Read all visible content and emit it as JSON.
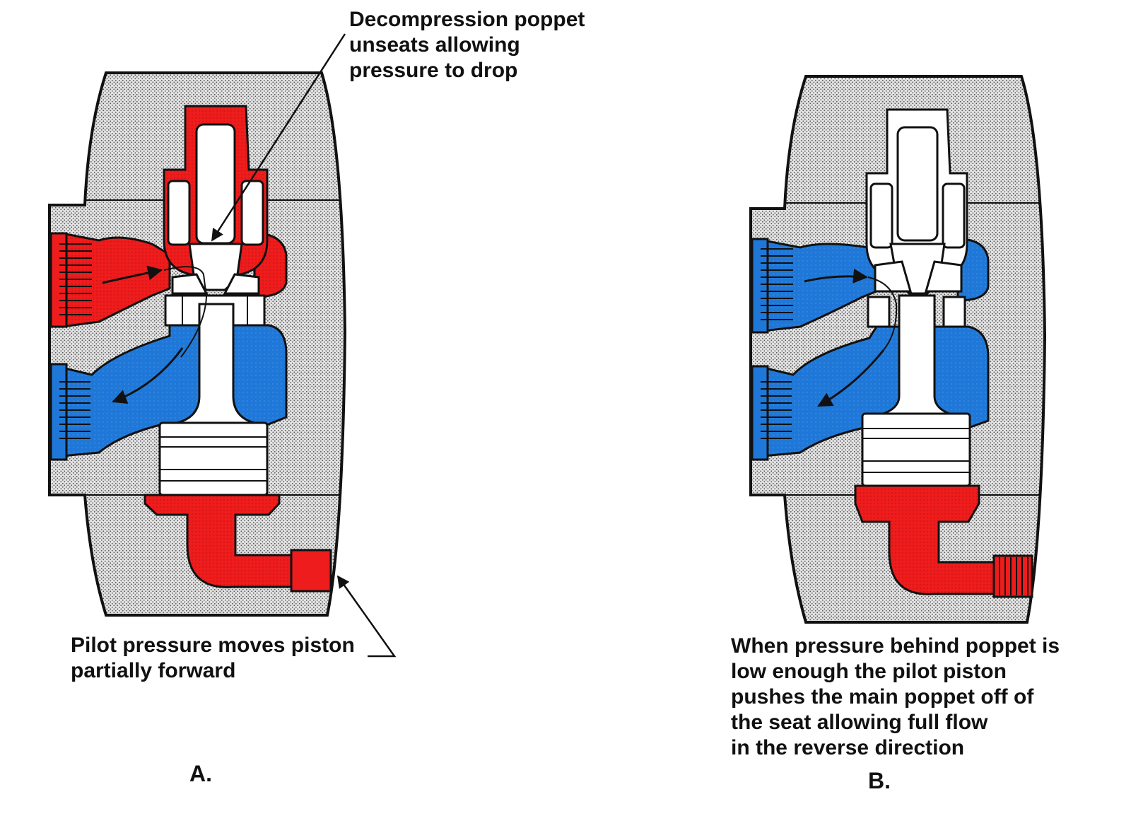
{
  "colors": {
    "body_fill": "#d6d6d6",
    "pressure_red": "#ee1c1c",
    "return_blue": "#1f78d8",
    "outline": "#111111",
    "component_white": "#ffffff"
  },
  "panel_a": {
    "letter": "A.",
    "decompression_label": [
      "Decompression poppet",
      "unseats allowing",
      "pressure to drop"
    ],
    "pilot_label": [
      "Pilot pressure moves piston",
      "partially forward"
    ]
  },
  "panel_b": {
    "letter": "B.",
    "caption": [
      "When pressure behind poppet is",
      "low enough the pilot piston",
      "pushes the main poppet off of",
      "the seat allowing full flow",
      "in the reverse direction"
    ]
  },
  "icons": [
    "flow-arrow-icon",
    "leader-arrow-icon"
  ]
}
